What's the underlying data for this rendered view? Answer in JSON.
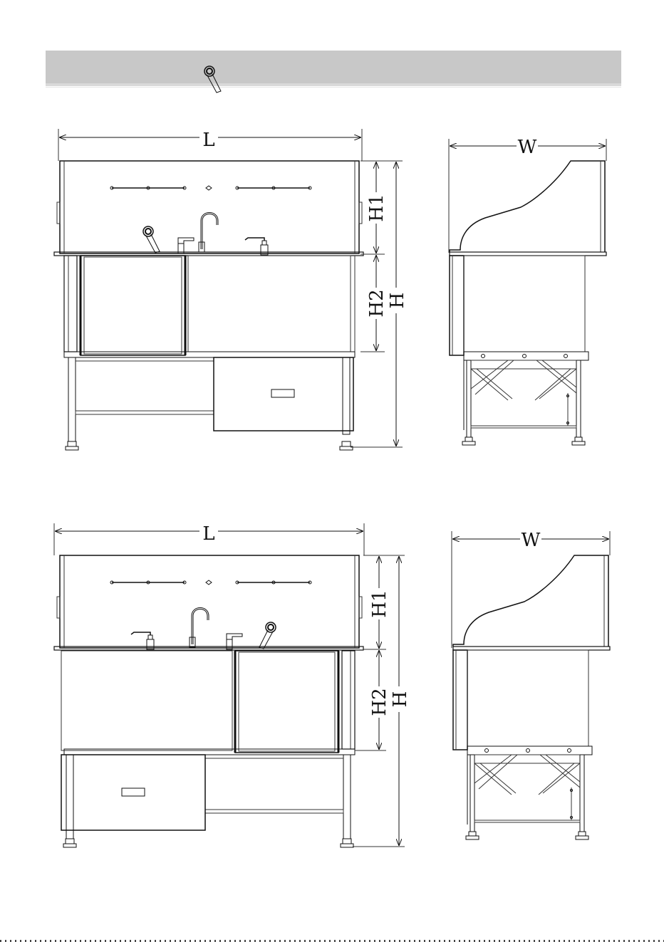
{
  "dimensions": {
    "length": "L",
    "width": "W",
    "height": "H",
    "height_upper": "H1",
    "height_lower": "H2"
  },
  "colors": {
    "header_bar": "#c8c8c8",
    "line": "#111111"
  }
}
